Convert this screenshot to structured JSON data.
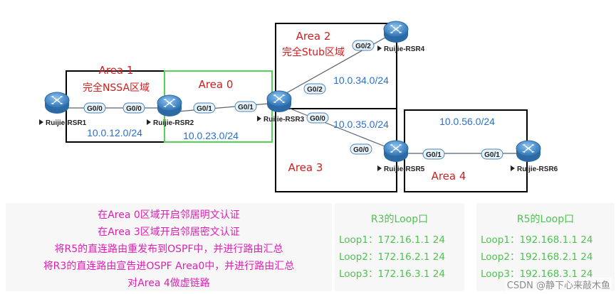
{
  "colors": {
    "area_label": "#d01e1e",
    "subnet_label": "#2a6fcf",
    "task_text": "#e020b4",
    "loop_text": "#4fc24f",
    "area0_border": "#55d355",
    "area_border": "#000000",
    "router_fill": "#4b8dc9",
    "port_fill": "#e8f2fb",
    "port_stroke": "#4b86b8",
    "link_line": "#5a6470"
  },
  "routers": {
    "r1": "Ruijie-RSR1",
    "r2": "Ruijie-RSR2",
    "r3": "Ruijie-RSR3",
    "r4": "Ruijie-RSR4",
    "r5": "Ruijie-RSR5",
    "r6": "Ruijie-RSR6"
  },
  "areas": {
    "area1": {
      "name": "Area 1",
      "type": "完全NSSA区域"
    },
    "area0": {
      "name": "Area 0"
    },
    "area2": {
      "name": "Area 2",
      "type": "完全Stub区域"
    },
    "area3": {
      "name": "Area 3"
    },
    "area4": {
      "name": "Area 4"
    }
  },
  "ports": {
    "r1_r2_left": "G0/0",
    "r1_r2_right": "G0/0",
    "r2_r3_left": "G0/1",
    "r2_r3_right": "G0/1",
    "r4_side": "G0/2",
    "r3_r4_side": "G0/2",
    "r3_r5_side": "G0/0",
    "r5_r3_side": "G0/0",
    "r5_r6_side": "G0/1",
    "r6_side": "G0/1"
  },
  "subnets": {
    "s12": "10.0.12.0/24",
    "s23": "10.0.23.0/24",
    "s34": "10.0.34.0/24",
    "s35": "10.0.35.0/24",
    "s56": "10.0.56.0/24"
  },
  "tasks": [
    "在Area 0区域开启邻居明文认证",
    "在Area 3区域开启邻居密文认证",
    "将R5的直连路由重发布到OSPF中，并进行路由汇总",
    "将R3的直连路由宣告进OSPF Area0中，并进行路由汇总",
    "对Area 4做虚链路"
  ],
  "r3_loops": {
    "title": "R3的Loop口",
    "items": [
      "Loop1：172.16.1.1 24",
      "Loop2：172.16.2.1 24",
      "Loop3：172.16.3.1 24"
    ]
  },
  "r5_loops": {
    "title": "R5的Loop口",
    "items": [
      "Loop1：192.168.1.1 24",
      "Loop2：192.168.2.1 24",
      "Loop3：192.168.3.1 24"
    ]
  },
  "watermark": "CSDN @静下心来敲木鱼"
}
